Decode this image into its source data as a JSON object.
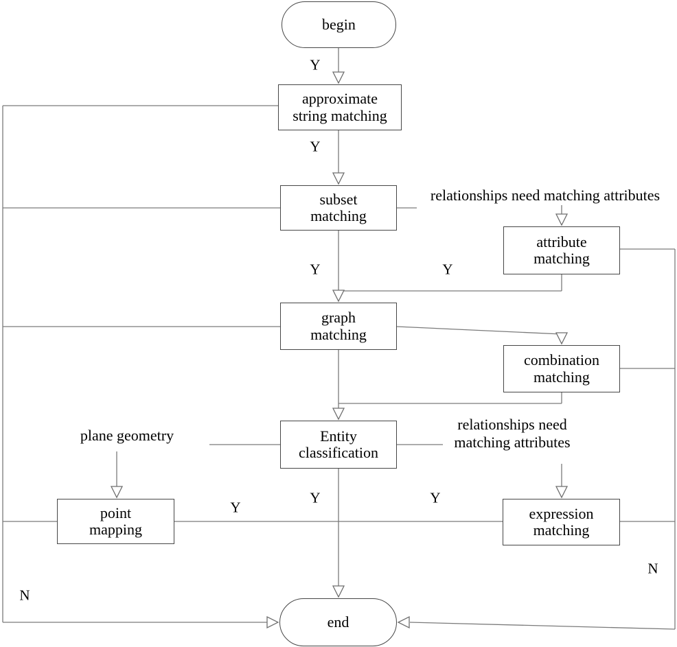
{
  "diagram": {
    "figure_type": "flowchart",
    "nodes": {
      "begin": {
        "label": "begin",
        "shape": "terminal"
      },
      "approximate_string_matching": {
        "label": "approximate\nstring matching",
        "shape": "process"
      },
      "subset_matching": {
        "label": "subset\nmatching",
        "shape": "process"
      },
      "attribute_matching": {
        "label": "attribute\nmatching",
        "shape": "process"
      },
      "graph_matching": {
        "label": "graph\nmatching",
        "shape": "process"
      },
      "combination_matching": {
        "label": "combination\nmatching",
        "shape": "process"
      },
      "entity_classification": {
        "label": "Entity\nclassification",
        "shape": "process"
      },
      "point_mapping": {
        "label": "point\nmapping",
        "shape": "process"
      },
      "expression_matching": {
        "label": "expression\nmatching",
        "shape": "process"
      },
      "end": {
        "label": "end",
        "shape": "terminal"
      }
    },
    "annotations": {
      "relationships_top": "relationships need matching attributes",
      "relationships_mid": "relationships need\nmatching attributes",
      "plane_geometry": "plane geometry"
    },
    "edge_labels": {
      "yes": "Y",
      "no": "N"
    },
    "edges": [
      {
        "from": "begin",
        "to": "approximate_string_matching",
        "label": "Y"
      },
      {
        "from": "approximate_string_matching",
        "to": "subset_matching",
        "label": "Y"
      },
      {
        "from": "subset_matching",
        "to": "graph_matching",
        "label": "Y"
      },
      {
        "from": "subset_matching",
        "to": "attribute_matching",
        "via": "relationships need matching attributes"
      },
      {
        "from": "attribute_matching",
        "to": "graph_matching",
        "label": "Y"
      },
      {
        "from": "graph_matching",
        "to": "combination_matching",
        "label": ""
      },
      {
        "from": "combination_matching",
        "to": "entity_classification",
        "label": ""
      },
      {
        "from": "graph_matching",
        "to": "entity_classification",
        "label": ""
      },
      {
        "from": "entity_classification",
        "to": "point_mapping",
        "via": "plane geometry",
        "label": "Y"
      },
      {
        "from": "entity_classification",
        "to": "expression_matching",
        "via": "relationships need\nmatching attributes",
        "label": "Y"
      },
      {
        "from": "entity_classification",
        "to": "end",
        "label": "Y"
      },
      {
        "from": "point_mapping",
        "to": "end",
        "label": "N"
      },
      {
        "from": "expression_matching",
        "to": "end",
        "label": "N"
      }
    ],
    "colors": {
      "background": "#ffffff",
      "line": "#7a7a7a",
      "box_border": "#454545",
      "text": "#000000"
    }
  }
}
